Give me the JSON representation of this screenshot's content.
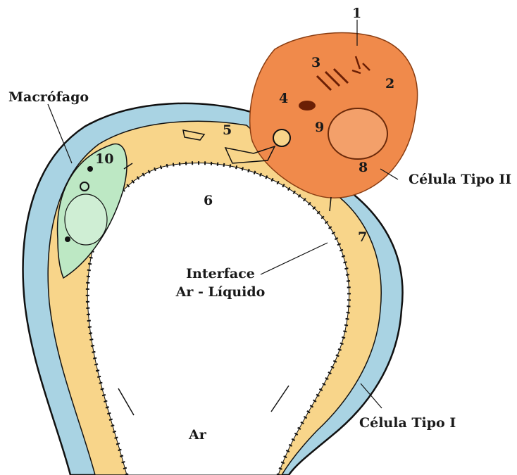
{
  "labels": {
    "macrofago": "Macrófago",
    "celula_tipo_ii": "Célula Tipo II",
    "celula_tipo_i": "Célula Tipo I",
    "interface_line1": "Interface",
    "interface_line2": "Ar - Líquido",
    "ar": "Ar"
  },
  "numbers": {
    "n1": "1",
    "n2": "2",
    "n3": "3",
    "n4": "4",
    "n5": "5",
    "n6": "6",
    "n7": "7",
    "n8": "8",
    "n9": "9",
    "n10": "10"
  },
  "colors": {
    "type_i_cell": "#a9d3e3",
    "hypophase": "#f8d58a",
    "macrophage": "#bde8c4",
    "type_ii_cell": "#f08a4b",
    "outline": "#111111"
  }
}
